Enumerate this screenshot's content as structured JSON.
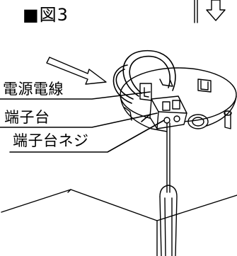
{
  "figure": {
    "title": "■図3",
    "callouts": [
      {
        "text": "電源電線"
      },
      {
        "text": "端子台"
      },
      {
        "text": "端子台ネジ"
      }
    ]
  },
  "colors": {
    "line": "#000000",
    "arrow_fill": "#ffffff",
    "background": "#ffffff"
  }
}
